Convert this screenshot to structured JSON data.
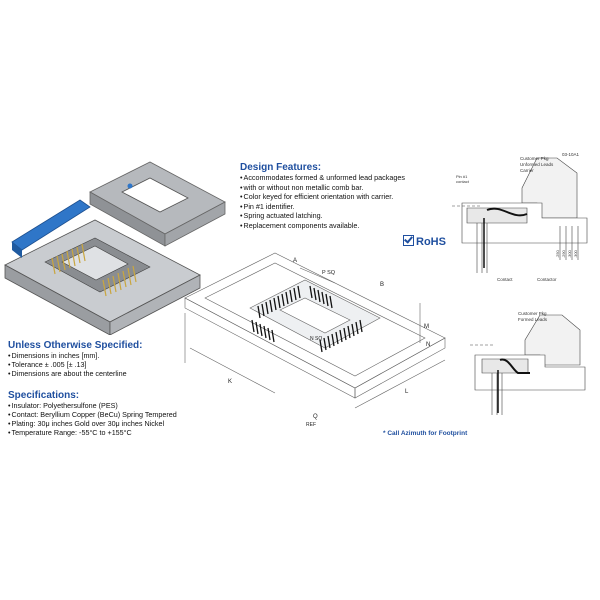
{
  "design_features": {
    "title": "Design  Features:",
    "items": [
      "Accommodates formed & unformed lead packages",
      "with or without non metallic comb bar.",
      "Color keyed for efficient orientation with carrier.",
      "Pin #1 identifier.",
      "Spring actuated latching.",
      "Replacement components available."
    ]
  },
  "rohs": {
    "label": "RoHS"
  },
  "unless_specified": {
    "title": "Unless Otherwise Specified:",
    "items": [
      "Dimensions in inches [mm].",
      "Tolerance ± .005 [± .13]",
      "Dimensions are about the centerline"
    ]
  },
  "specifications": {
    "title": "Specifications:",
    "items": [
      "Insulator: Polyethersulfone (PES)",
      "Contact: Beryllium Copper (BeCu) Spring Tempered",
      "Plating: 30μ inches Gold over 30μ inches Nickel",
      "Temperature Range: -55°C to +155°C"
    ]
  },
  "footnote": "* Call Azimuth for Footprint",
  "drawing_labels": {
    "part_code": "03-10A1",
    "a": "A",
    "b": "B",
    "p_sq": "P SQ",
    "k": "K",
    "l": "L",
    "m": "M",
    "n": "N",
    "q": "Q",
    "ref": "REF",
    "nsq": "N SQ"
  },
  "detail_top": {
    "customer_pkg": "Customer Pkg",
    "unformed_leads": "Unformed Leads",
    "carrier": "Carrier",
    "pin1": "Pin #1",
    "contact_label": "contact",
    "contact": "Contact",
    "contactor": "Contactor",
    "dims": [
      ".250",
      ".290",
      ".300",
      ".300"
    ]
  },
  "detail_bottom": {
    "customer_pkg": "Customer Pkg",
    "formed_leads": "Formed Leads"
  },
  "colors": {
    "accent_blue": "#1f4f9f",
    "body_gray": "#c9ccd0",
    "lid_blue": "#2f76c8",
    "pin_gold": "#c9a640"
  }
}
